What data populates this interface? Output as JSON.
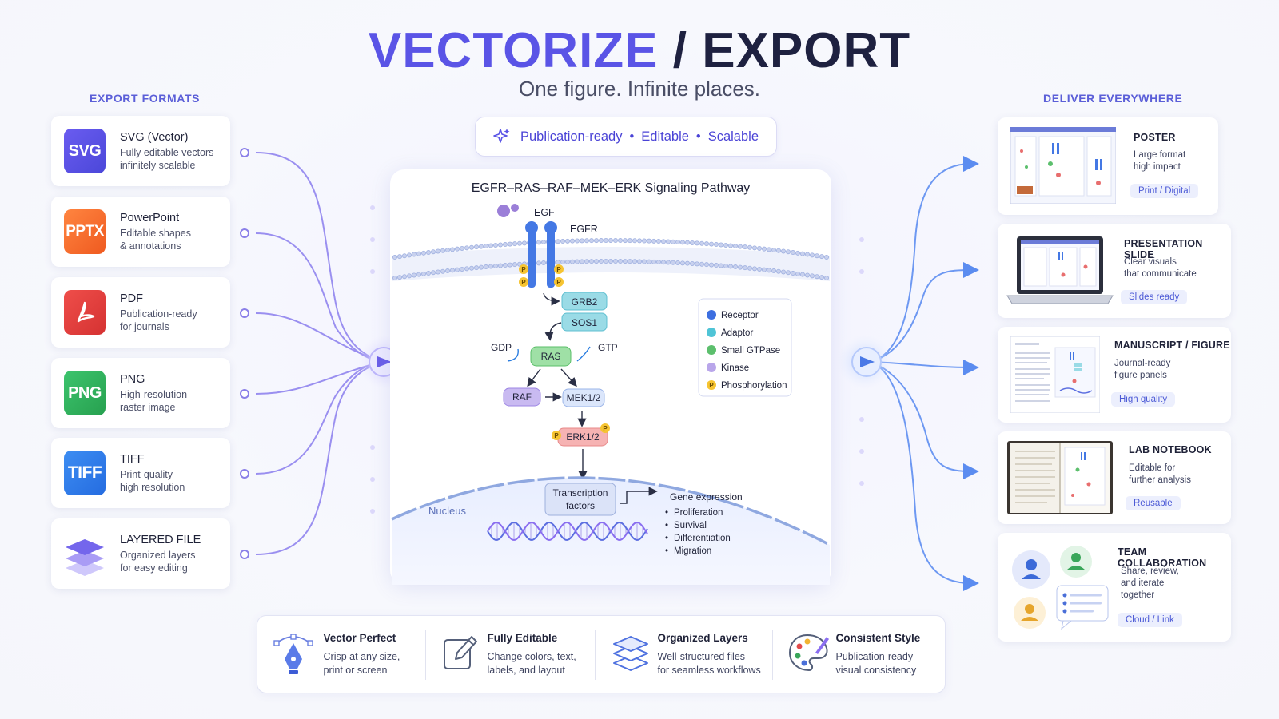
{
  "header": {
    "title_part1": "VECTORIZE",
    "title_sep": " / ",
    "title_part2": "EXPORT",
    "subtitle": "One figure. Infinite places."
  },
  "left": {
    "section_label": "EXPORT FORMATS",
    "formats": [
      {
        "icon": "SVG",
        "name": "SVG (Vector)",
        "desc1": "Fully editable vectors",
        "desc2": "infinitely scalable",
        "color": "#5b55e8"
      },
      {
        "icon": "PPTX",
        "name": "PowerPoint",
        "desc1": "Editable shapes",
        "desc2": "& annotations",
        "color": "#f36b2b"
      },
      {
        "icon": "pdf-icon",
        "name": "PDF",
        "desc1": "Publication-ready",
        "desc2": "for journals",
        "color": "#e2403f"
      },
      {
        "icon": "PNG",
        "name": "PNG",
        "desc1": "High-resolution",
        "desc2": "raster image",
        "color": "#2faf5d"
      },
      {
        "icon": "TIFF",
        "name": "TIFF",
        "desc1": "Print-quality",
        "desc2": "high resolution",
        "color": "#2f7fe8"
      },
      {
        "icon": "layers-icon",
        "name": "LAYERED FILE",
        "desc1": "Organized layers",
        "desc2": "for easy editing",
        "color": "#7a6ff0"
      }
    ]
  },
  "badge": {
    "item1": "Publication-ready",
    "item2": "Editable",
    "item3": "Scalable",
    "separator": "•"
  },
  "diagram": {
    "title": "EGFR–RAS–RAF–MEK–ERK Signaling Pathway",
    "ligand": "EGF",
    "receptor": "EGFR",
    "phospho": "P",
    "grb2": "GRB2",
    "sos1": "SOS1",
    "gdp": "GDP",
    "gtp": "GTP",
    "ras": "RAS",
    "raf": "RAF",
    "mek": "MEK1/2",
    "erk": "ERK1/2",
    "nucleus": "Nucleus",
    "tf1": "Transcription",
    "tf2": "factors",
    "gene_expression": "Gene expression",
    "outcomes": [
      "Proliferation",
      "Survival",
      "Differentiation",
      "Migration"
    ],
    "legend": [
      {
        "label": "Receptor",
        "color": "#3d6fe0"
      },
      {
        "label": "Adaptor",
        "color": "#4fc4d6"
      },
      {
        "label": "Small GTPase",
        "color": "#5cbf6d"
      },
      {
        "label": "Kinase",
        "color": "#b9a6ea"
      },
      {
        "label": "Phosphorylation",
        "color": "#f6c431"
      }
    ]
  },
  "right": {
    "section_label": "DELIVER EVERYWHERE",
    "destinations": [
      {
        "title": "POSTER",
        "desc1": "Large format",
        "desc2": "high impact",
        "desc3": "",
        "tag": "Print / Digital"
      },
      {
        "title": "PRESENTATION SLIDE",
        "desc1": "Clear visuals",
        "desc2": "that communicate",
        "desc3": "",
        "tag": "Slides ready"
      },
      {
        "title": "MANUSCRIPT / FIGURE",
        "desc1": "Journal-ready",
        "desc2": "figure panels",
        "desc3": "",
        "tag": "High quality"
      },
      {
        "title": "LAB NOTEBOOK",
        "desc1": "Editable for",
        "desc2": "further analysis",
        "desc3": "",
        "tag": "Reusable"
      },
      {
        "title": "TEAM COLLABORATION",
        "desc1": "Share, review,",
        "desc2": "and iterate",
        "desc3": "together",
        "tag": "Cloud / Link"
      }
    ]
  },
  "features": [
    {
      "title": "Vector Perfect",
      "desc1": "Crisp at any size,",
      "desc2": "print or screen",
      "icon": "pen-nib-icon"
    },
    {
      "title": "Fully Editable",
      "desc1": "Change colors, text,",
      "desc2": "labels, and layout",
      "icon": "edit-icon"
    },
    {
      "title": "Organized Layers",
      "desc1": "Well-structured files",
      "desc2": "for seamless workflows",
      "icon": "layers-icon"
    },
    {
      "title": "Consistent Style",
      "desc1": "Publication-ready",
      "desc2": "visual consistency",
      "icon": "palette-icon"
    }
  ],
  "colors": {
    "accent": "#5a54e6",
    "dark": "#1e2140",
    "flow_left": "#8b7ff0",
    "flow_right": "#5b8cf0"
  }
}
